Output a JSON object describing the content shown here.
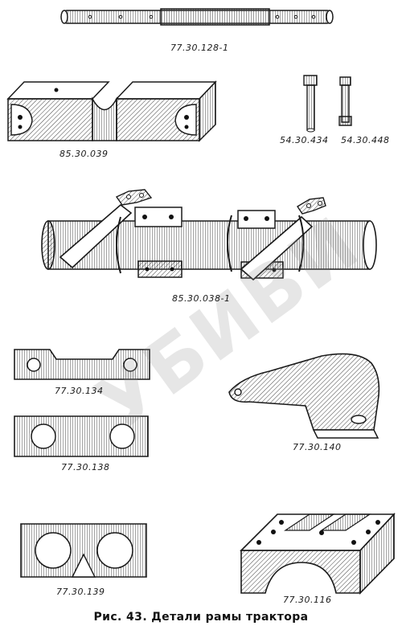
{
  "parts": [
    {
      "id": "shaft",
      "label": "77.30.128-1"
    },
    {
      "id": "bracket-block",
      "label": "85.30.039"
    },
    {
      "id": "bolt-short",
      "label": "54.30.434"
    },
    {
      "id": "bolt-long",
      "label": "54.30.448"
    },
    {
      "id": "frame-beam-assembly",
      "label": "85.30.038-1"
    },
    {
      "id": "plate-notched",
      "label": "77.30.134"
    },
    {
      "id": "arm-bracket",
      "label": "77.30.140"
    },
    {
      "id": "plate-two-holes",
      "label": "77.30.138"
    },
    {
      "id": "plate-slotted",
      "label": "77.30.139"
    },
    {
      "id": "bearing-cap",
      "label": "77.30.116"
    }
  ],
  "caption": "Рис. 43. Детали рамы трактора",
  "watermark": "УБИВИ",
  "colors": {
    "ink": "#1a1a1a",
    "hatch": "#555555",
    "paper": "#ffffff"
  }
}
